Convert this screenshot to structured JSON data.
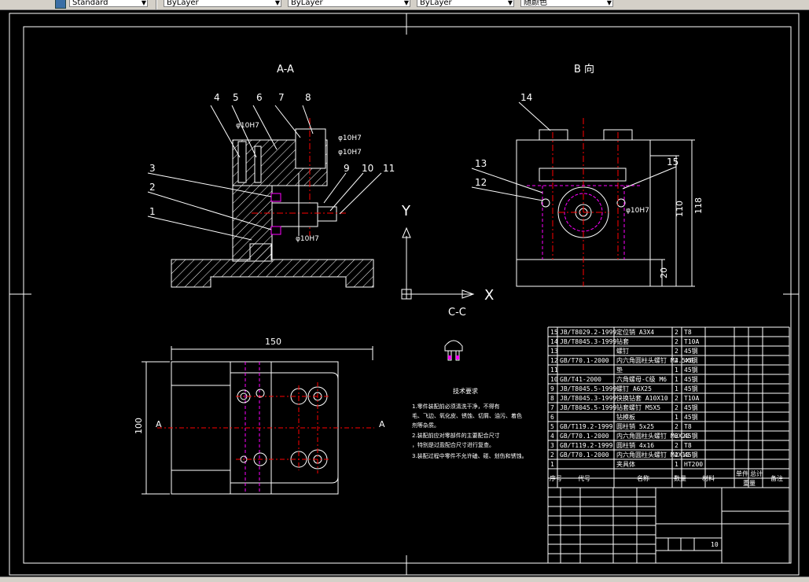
{
  "toolbar": {
    "text_style": "Standard",
    "color": "ByLayer",
    "linetype": "ByLayer",
    "lineweight": "ByLayer",
    "plot_style": "随颜色"
  },
  "drawing": {
    "section_aa": "A-A",
    "view_b": "B 向",
    "view_cc": "C-C",
    "axis_x": "X",
    "axis_y": "Y",
    "dim_150": "150",
    "dim_100": "100",
    "dim_118": "118",
    "dim_110": "110",
    "dim_20": "20",
    "mark_a": "A",
    "tolerance_1": "φ10H7",
    "tolerance_2": "φ10H7",
    "tolerance_3": "φ10H7",
    "tolerance_4": "φ10H7",
    "tolerance_5": "φ10H7",
    "balloons_aa": [
      "4",
      "5",
      "6",
      "7",
      "8",
      "3",
      "2",
      "1",
      "9",
      "10",
      "11"
    ],
    "balloons_b": [
      "14",
      "13",
      "12",
      "15"
    ],
    "notes_title": "技术要求",
    "notes": [
      "1.零件装配前必须清洗干净，不得有",
      "毛、飞边、氧化皮、锈蚀、切屑、油污、着色",
      "剂等杂质。",
      "2.装配前应对零部件的主要配合尺寸",
      "，特别是过盈配合尺寸进行复查。",
      "3.装配过程中零件不允许磕、碰、划伤和锈蚀。"
    ]
  },
  "bom": {
    "rows": [
      {
        "no": "15",
        "code": "JB/T8029.2-1999",
        "name": "定位销 A3X4",
        "qty": "2",
        "mat": "T8"
      },
      {
        "no": "14",
        "code": "JB/T8045.3-1999",
        "name": "钻套",
        "qty": "2",
        "mat": "T10A"
      },
      {
        "no": "13",
        "code": "",
        "name": "螺钉",
        "qty": "2",
        "mat": "45钢"
      },
      {
        "no": "12",
        "code": "GB/T70.1-2000",
        "name": "内六角圆柱头螺钉 M2.5X8",
        "qty": "4",
        "mat": "45钢"
      },
      {
        "no": "11",
        "code": "",
        "name": "垫",
        "qty": "1",
        "mat": "45钢"
      },
      {
        "no": "10",
        "code": "GB/T41-2000",
        "name": "六角螺母-C级 M6",
        "qty": "1",
        "mat": "45钢"
      },
      {
        "no": "9",
        "code": "JB/T8045.5-1999",
        "name": "螺钉 A6X25",
        "qty": "1",
        "mat": "45钢"
      },
      {
        "no": "8",
        "code": "JB/T8045.3-1999",
        "name": "快换钻套 A10X10",
        "qty": "2",
        "mat": "T10A"
      },
      {
        "no": "7",
        "code": "JB/T8045.5-1999",
        "name": "钻套螺钉 M5X5",
        "qty": "2",
        "mat": "45钢"
      },
      {
        "no": "6",
        "code": "",
        "name": "钻模板",
        "qty": "1",
        "mat": "45钢"
      },
      {
        "no": "5",
        "code": "GB/T119.2-1999",
        "name": "圆柱销 5x25",
        "qty": "2",
        "mat": "T8"
      },
      {
        "no": "4",
        "code": "GB/T70.1-2000",
        "name": "内六角圆柱头螺钉 M6X20",
        "qty": "2",
        "mat": "45钢"
      },
      {
        "no": "3",
        "code": "GB/T119.2-1999",
        "name": "圆柱销 4x16",
        "qty": "2",
        "mat": "T8"
      },
      {
        "no": "2",
        "code": "GB/T70.1-2000",
        "name": "内六角圆柱头螺钉 M4X10",
        "qty": "2",
        "mat": "45钢"
      },
      {
        "no": "1",
        "code": "",
        "name": "夹具体",
        "qty": "1",
        "mat": "HT200"
      }
    ],
    "header": {
      "no": "序号",
      "code": "代号",
      "name": "名称",
      "qty": "数量",
      "mat": "材料",
      "single": "单件",
      "total": "总计",
      "weight": "重量",
      "remark": "备注"
    },
    "sheet_number": "10"
  }
}
